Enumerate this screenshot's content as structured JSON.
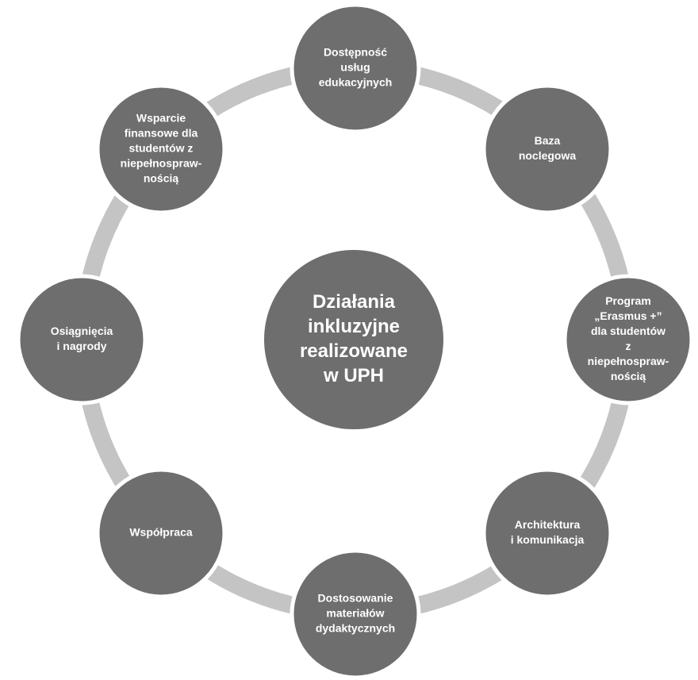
{
  "center": {
    "lines": [
      "Działania",
      "inkluzyjne",
      "realizowane",
      "w UPH"
    ]
  },
  "nodes": [
    {
      "id": "top",
      "lines": [
        "Dostępność",
        "usług",
        "edukacyjnych"
      ]
    },
    {
      "id": "top-right",
      "lines": [
        "Baza",
        "noclegowa"
      ]
    },
    {
      "id": "right",
      "lines": [
        "Program",
        "„Erasmus +”",
        "dla studentów",
        "z",
        "niepełnospraw-",
        "nością"
      ]
    },
    {
      "id": "bottom-right",
      "lines": [
        "Architektura",
        "i komunikacja"
      ]
    },
    {
      "id": "bottom",
      "lines": [
        "Dostosowanie",
        "materiałów",
        "dydaktycznych"
      ]
    },
    {
      "id": "bottom-left",
      "lines": [
        "Współpraca"
      ]
    },
    {
      "id": "left",
      "lines": [
        "Osiągnięcia",
        "i nagrody"
      ]
    },
    {
      "id": "top-left",
      "lines": [
        "Wsparcie",
        "finansowe dla",
        "studentów z",
        "niepełnospraw-",
        "nością"
      ]
    }
  ],
  "colors": {
    "node_fill": "#6e6e6e",
    "center_fill": "#6e6e6e",
    "ring": "#c4c4c4",
    "text": "#ffffff"
  }
}
